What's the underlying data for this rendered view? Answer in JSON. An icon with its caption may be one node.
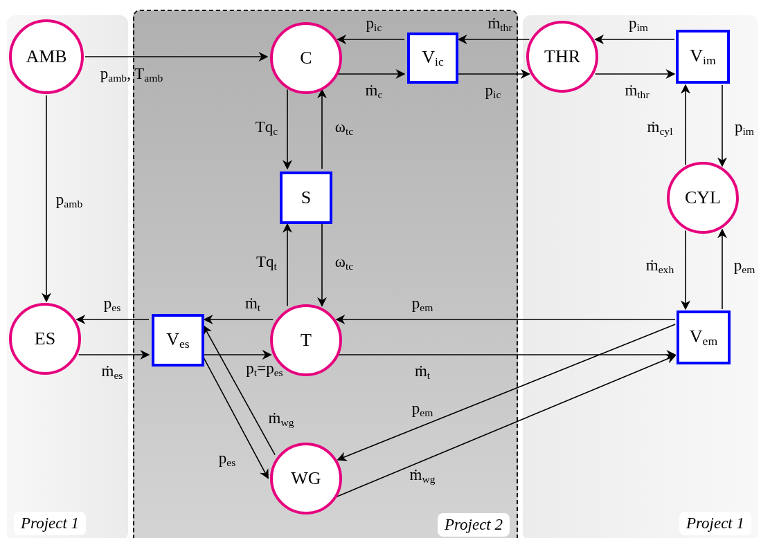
{
  "diagram": {
    "nodes": [
      {
        "text": [
          "*Project 1*"
        ]
      },
      {
        "text": [
          "*Project 2*"
        ]
      },
      {
        "text": [
          "*Project 1*"
        ]
      },
      {
        "text": [
          "AMB"
        ],
        "in": 0
      },
      {
        "text": [
          "C"
        ],
        "in": 1
      },
      {
        "text": [
          "V$_{ic}$"
        ],
        "in": 1
      },
      {
        "text": [
          "THR"
        ],
        "in": 2
      },
      {
        "text": [
          "V$_{im}$"
        ],
        "in": 2
      },
      {
        "text": [
          "S"
        ],
        "in": 1
      },
      {
        "text": [
          "CYL"
        ],
        "in": 2
      },
      {
        "text": [
          "ES"
        ],
        "in": 0
      },
      {
        "text": [
          "V$_{es}$"
        ],
        "in": 1
      },
      {
        "text": [
          "T"
        ],
        "in": 1
      },
      {
        "text": [
          "V$_{em}$"
        ],
        "in": 2
      },
      {
        "text": [
          "WG"
        ],
        "in": 1
      }
    ],
    "edges": [
      {
        "from": 3,
        "to": 4,
        "arrow": "to",
        "label": "p$_{amb}$, T$_{amb}$"
      },
      {
        "from": 3,
        "to": 10,
        "arrow": "to",
        "label": "p$_{amb}$"
      },
      {
        "from": 5,
        "to": 4,
        "arrow": "to",
        "label": "p$_{ic}$"
      },
      {
        "from": 4,
        "to": 5,
        "arrow": "to",
        "label": "ṁ$_{c}$"
      },
      {
        "from": 6,
        "to": 5,
        "arrow": "to",
        "label": "ṁ$_{thr}$"
      },
      {
        "from": 5,
        "to": 6,
        "arrow": "to",
        "label": "p$_{ic}$"
      },
      {
        "from": 7,
        "to": 6,
        "arrow": "to",
        "label": "p$_{im}$"
      },
      {
        "from": 6,
        "to": 7,
        "arrow": "to",
        "label": "ṁ$_{thr}$"
      },
      {
        "from": 9,
        "to": 7,
        "arrow": "to",
        "label": "ṁ$_{cyl}$"
      },
      {
        "from": 7,
        "to": 9,
        "arrow": "to",
        "label": "p$_{im}$"
      },
      {
        "from": 4,
        "to": 8,
        "arrow": "to",
        "label": "Tq$_{c}$"
      },
      {
        "from": 8,
        "to": 4,
        "arrow": "to",
        "label": "ω$_{tc}$"
      },
      {
        "from": 12,
        "to": 8,
        "arrow": "to",
        "label": "Tq$_{t}$"
      },
      {
        "from": 8,
        "to": 12,
        "arrow": "to",
        "label": "ω$_{tc}$"
      },
      {
        "from": 9,
        "to": 13,
        "arrow": "to",
        "label": "ṁ$_{exh}$"
      },
      {
        "from": 13,
        "to": 9,
        "arrow": "to",
        "label": "p$_{em}$"
      },
      {
        "from": 13,
        "to": 12,
        "arrow": "to",
        "label": "p$_{em}$"
      },
      {
        "from": 12,
        "to": 13,
        "arrow": "to",
        "label": "ṁ$_{t}$"
      },
      {
        "from": 13,
        "to": 14,
        "arrow": "to",
        "label": "p$_{em}$"
      },
      {
        "from": 14,
        "to": 13,
        "arrow": "to",
        "label": "ṁ$_{wg}$"
      },
      {
        "from": 11,
        "to": 10,
        "arrow": "to",
        "label": "p$_{es}$"
      },
      {
        "from": 10,
        "to": 11,
        "arrow": "to",
        "label": "ṁ$_{es}$"
      },
      {
        "from": 12,
        "to": 11,
        "arrow": "to",
        "label": "ṁ$_{t}$"
      },
      {
        "from": 11,
        "to": 12,
        "arrow": "to",
        "label": "p$_{t}$=p$_{es}$"
      },
      {
        "from": 14,
        "to": 11,
        "arrow": "to",
        "label": "ṁ$_{wg}$"
      },
      {
        "from": 11,
        "to": 14,
        "arrow": "to",
        "label": "p$_{es}$"
      }
    ]
  }
}
